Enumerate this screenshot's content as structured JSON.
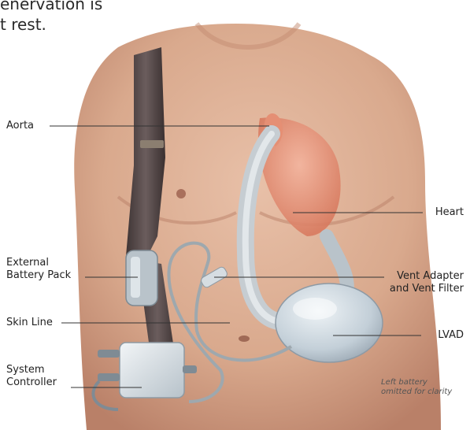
{
  "caption": {
    "line1": "enervation is",
    "line2": "t rest."
  },
  "labels": {
    "aorta": "Aorta",
    "heart": "Heart",
    "external_battery_line1": "External",
    "external_battery_line2": "Battery Pack",
    "vent_line1": "Vent Adapter",
    "vent_line2": "and Vent Filter",
    "skin_line": "Skin Line",
    "lvad": "LVAD",
    "system_controller_line1": "System",
    "system_controller_line2": "Controller"
  },
  "note": {
    "line1": "Left battery",
    "line2": "omitted for clarity"
  },
  "colors": {
    "skin": "#d9a98d",
    "skin_shadow": "#b98068",
    "strap": "#4d4343",
    "device": "#c9d4dc",
    "heart": "#e3876c",
    "leader": "#333333"
  }
}
